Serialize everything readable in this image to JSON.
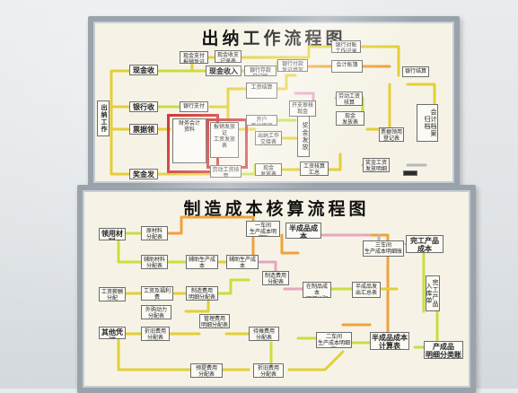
{
  "top_board": {
    "title": "出纳工作流程图",
    "boxes": [
      {
        "key": "t1",
        "text": "现金收支"
      },
      {
        "key": "t2",
        "text": "现金支付\n报销凭证"
      },
      {
        "key": "t3",
        "text": "现金收支\n记录表"
      },
      {
        "key": "t4",
        "text": "现金收入"
      },
      {
        "key": "t5",
        "text": "银行存款\n日记账"
      },
      {
        "key": "t6",
        "text": "银行付款\n凭证填写"
      },
      {
        "key": "t7",
        "text": "银行对账\n工作记录表"
      },
      {
        "key": "t8",
        "text": "会计账簿"
      },
      {
        "key": "t9",
        "text": "银行结算"
      },
      {
        "key": "t10",
        "text": "银行收入"
      },
      {
        "key": "t11",
        "text": "银行支付"
      },
      {
        "key": "t12",
        "text": "出纳工作"
      },
      {
        "key": "t13",
        "text": "工资结算"
      },
      {
        "key": "t14",
        "text": "开户\n商业银行"
      },
      {
        "key": "t15",
        "text": "开支审核\n现金"
      },
      {
        "key": "t16",
        "text": "奖金发放"
      },
      {
        "key": "t17",
        "text": "劳动工资核算\n资金发放表"
      },
      {
        "key": "t18",
        "text": "现金\n发放表"
      },
      {
        "key": "t19",
        "text": "票据领用\n登记表"
      },
      {
        "key": "t20",
        "text": "财务会计\n资料"
      },
      {
        "key": "t21",
        "text": "报销发放证\n工资发放表"
      },
      {
        "key": "t22",
        "text": "出纳工作\n交接表"
      },
      {
        "key": "t23",
        "text": "工资核算汇总"
      },
      {
        "key": "t24",
        "text": "奖金工资\n发放明细"
      },
      {
        "key": "t25",
        "text": "会计档案\n归档"
      }
    ]
  },
  "bottom_board": {
    "title": "制造成本核算流程图",
    "boxes": [
      {
        "key": "b1",
        "text": "原材料\n分配表"
      },
      {
        "key": "b2",
        "text": "领用材料"
      },
      {
        "key": "b3",
        "text": "辅助材料\n分配表"
      },
      {
        "key": "b4",
        "text": "辅助生产成本\n明细账"
      },
      {
        "key": "b5",
        "text": "辅助生产成本\n费用分配表"
      },
      {
        "key": "b6",
        "text": "一车间\n生产成本明细账"
      },
      {
        "key": "b7",
        "text": "半成品成本\n计算表"
      },
      {
        "key": "b8",
        "text": "三车间\n生产成本明细账"
      },
      {
        "key": "b9",
        "text": "完工产品成本\n计算表"
      },
      {
        "key": "b10",
        "text": "工资薪酬\n分配"
      },
      {
        "key": "b11",
        "text": "工资及福利费\n分配表"
      },
      {
        "key": "b12",
        "text": "制造费用\n明细分配表"
      },
      {
        "key": "b13",
        "text": "制造费用\n分配表"
      },
      {
        "key": "b14",
        "text": "在制品成本\n明细分配表"
      },
      {
        "key": "b15",
        "text": "半成品发\n出汇总表"
      },
      {
        "key": "b16",
        "text": "完工产品\n入库单"
      },
      {
        "key": "b17",
        "text": "外购动力\n分配表"
      },
      {
        "key": "b18",
        "text": "其他凭证"
      },
      {
        "key": "b19",
        "text": "折旧费用\n分配表"
      },
      {
        "key": "b20",
        "text": "管理费用\n明细分配表"
      },
      {
        "key": "b21",
        "text": "二车间\n生产成本明细账"
      },
      {
        "key": "b22",
        "text": "半成品成本\n计算表"
      },
      {
        "key": "b23",
        "text": "产成品\n明细分类账"
      },
      {
        "key": "b24",
        "text": "待摊费用\n分配表"
      },
      {
        "key": "b25",
        "text": "预提费用\n分配表"
      }
    ]
  },
  "colors": {
    "wall": "#e3e7ea",
    "frame": "#9aa3ab",
    "panel": "#f6f3e6",
    "line_yellow": "#e3cf37",
    "line_lime": "#c9de3f",
    "line_orange": "#f0a23b",
    "line_pink": "#e7a5c0",
    "line_red": "#d23a3a",
    "line_gray": "#b7b9b6"
  }
}
